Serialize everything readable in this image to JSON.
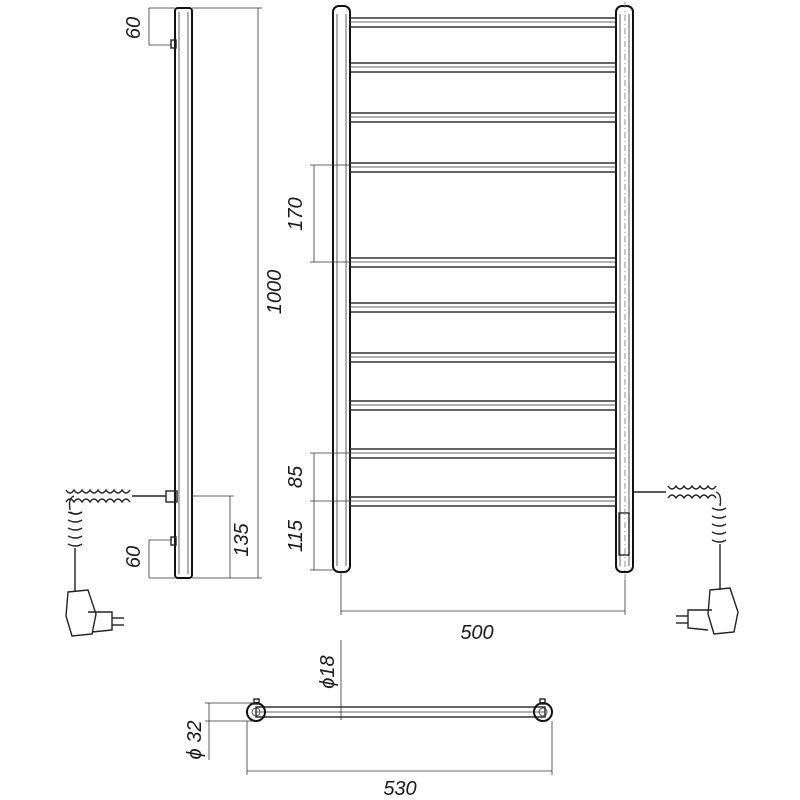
{
  "dimensions": {
    "side_top_offset": "60",
    "overall_height": "1000",
    "side_inlet_height": "135",
    "side_bottom_offset": "60",
    "rail_spacing_large": "170",
    "rail_spacing_small": "85",
    "bottom_rail_height": "115",
    "width_centers": "500",
    "rail_diameter": "ϕ18",
    "upright_diameter": "ϕ 32",
    "overall_width": "530"
  }
}
